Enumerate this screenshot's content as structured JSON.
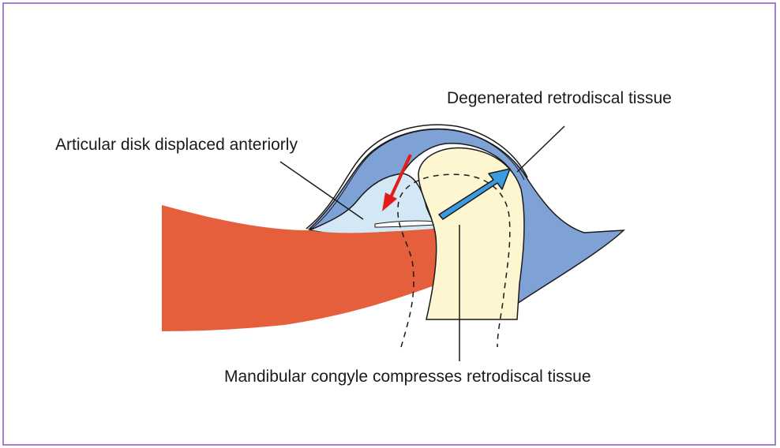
{
  "labels": {
    "degenerated": "Degenerated retrodiscal tissue",
    "disk": "Articular disk displaced anteriorly",
    "condyle": "Mandibular congyle compresses retrodiscal tissue"
  },
  "colors": {
    "frame": "#a47fd0",
    "muscle": "#e55f3c",
    "retrodiscal": "#7fa2d6",
    "disk": "#d3e7f5",
    "condyle": "#fdf6d0",
    "red_arrow": "#e41b1b",
    "blue_arrow": "#3a9be0"
  }
}
